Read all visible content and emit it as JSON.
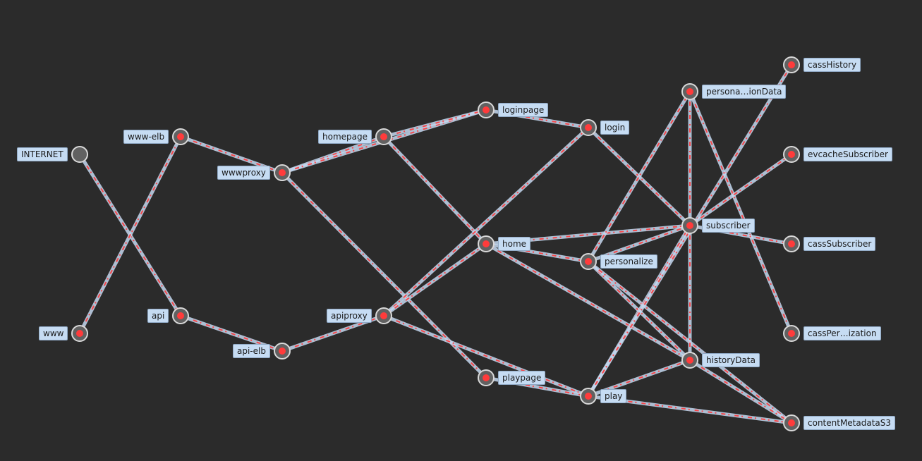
{
  "graph": {
    "nodes": [
      {
        "id": "INTERNET",
        "label": "INTERNET",
        "traffic": false
      },
      {
        "id": "www",
        "label": "www",
        "traffic": true
      },
      {
        "id": "www-elb",
        "label": "www-elb",
        "traffic": true
      },
      {
        "id": "api",
        "label": "api",
        "traffic": true
      },
      {
        "id": "wwwproxy",
        "label": "wwwproxy",
        "traffic": true
      },
      {
        "id": "api-elb",
        "label": "api-elb",
        "traffic": true
      },
      {
        "id": "homepage",
        "label": "homepage",
        "traffic": true
      },
      {
        "id": "apiproxy",
        "label": "apiproxy",
        "traffic": true
      },
      {
        "id": "loginpage",
        "label": "loginpage",
        "traffic": true
      },
      {
        "id": "home",
        "label": "home",
        "traffic": true
      },
      {
        "id": "playpage",
        "label": "playpage",
        "traffic": true
      },
      {
        "id": "login",
        "label": "login",
        "traffic": true
      },
      {
        "id": "personalize",
        "label": "personalize",
        "traffic": true
      },
      {
        "id": "play",
        "label": "play",
        "traffic": true
      },
      {
        "id": "personalizationData",
        "label": "persona…ionData",
        "traffic": true
      },
      {
        "id": "subscriber",
        "label": "subscriber",
        "traffic": true
      },
      {
        "id": "historyData",
        "label": "historyData",
        "traffic": true
      },
      {
        "id": "cassHistory",
        "label": "cassHistory",
        "traffic": true
      },
      {
        "id": "evcacheSubscriber",
        "label": "evcacheSubscriber",
        "traffic": true
      },
      {
        "id": "cassSubscriber",
        "label": "cassSubscriber",
        "traffic": true
      },
      {
        "id": "cassPersonalization",
        "label": "cassPer…ization",
        "traffic": true
      },
      {
        "id": "contentMetadataS3",
        "label": "contentMetadataS3",
        "traffic": true
      }
    ],
    "edges": [
      [
        "INTERNET",
        "api"
      ],
      [
        "www",
        "www-elb"
      ],
      [
        "www-elb",
        "wwwproxy"
      ],
      [
        "api",
        "api-elb"
      ],
      [
        "api-elb",
        "apiproxy"
      ],
      [
        "wwwproxy",
        "homepage"
      ],
      [
        "wwwproxy",
        "loginpage"
      ],
      [
        "wwwproxy",
        "playpage"
      ],
      [
        "homepage",
        "loginpage"
      ],
      [
        "homepage",
        "home"
      ],
      [
        "loginpage",
        "login"
      ],
      [
        "apiproxy",
        "login"
      ],
      [
        "apiproxy",
        "home"
      ],
      [
        "apiproxy",
        "play"
      ],
      [
        "home",
        "subscriber"
      ],
      [
        "home",
        "personalize"
      ],
      [
        "home",
        "historyData"
      ],
      [
        "playpage",
        "play"
      ],
      [
        "login",
        "subscriber"
      ],
      [
        "personalize",
        "personalizationData"
      ],
      [
        "personalize",
        "subscriber"
      ],
      [
        "personalize",
        "historyData"
      ],
      [
        "personalize",
        "contentMetadataS3"
      ],
      [
        "play",
        "subscriber"
      ],
      [
        "play",
        "historyData"
      ],
      [
        "play",
        "contentMetadataS3"
      ],
      [
        "play",
        "cassHistory"
      ],
      [
        "personalizationData",
        "cassPersonalization"
      ],
      [
        "subscriber",
        "evcacheSubscriber"
      ],
      [
        "subscriber",
        "cassSubscriber"
      ],
      [
        "historyData",
        "personalizationData"
      ],
      [
        "historyData",
        "contentMetadataS3"
      ]
    ],
    "colors": {
      "background": "#2b2b2b",
      "edge_base": "#c4d8f0",
      "edge_traffic": "#ff3b3b",
      "node_fill": "#616161",
      "node_stroke": "#d9d9d9",
      "node_dot": "#ff3b3b",
      "label_bg": "#c6dcf3"
    }
  }
}
